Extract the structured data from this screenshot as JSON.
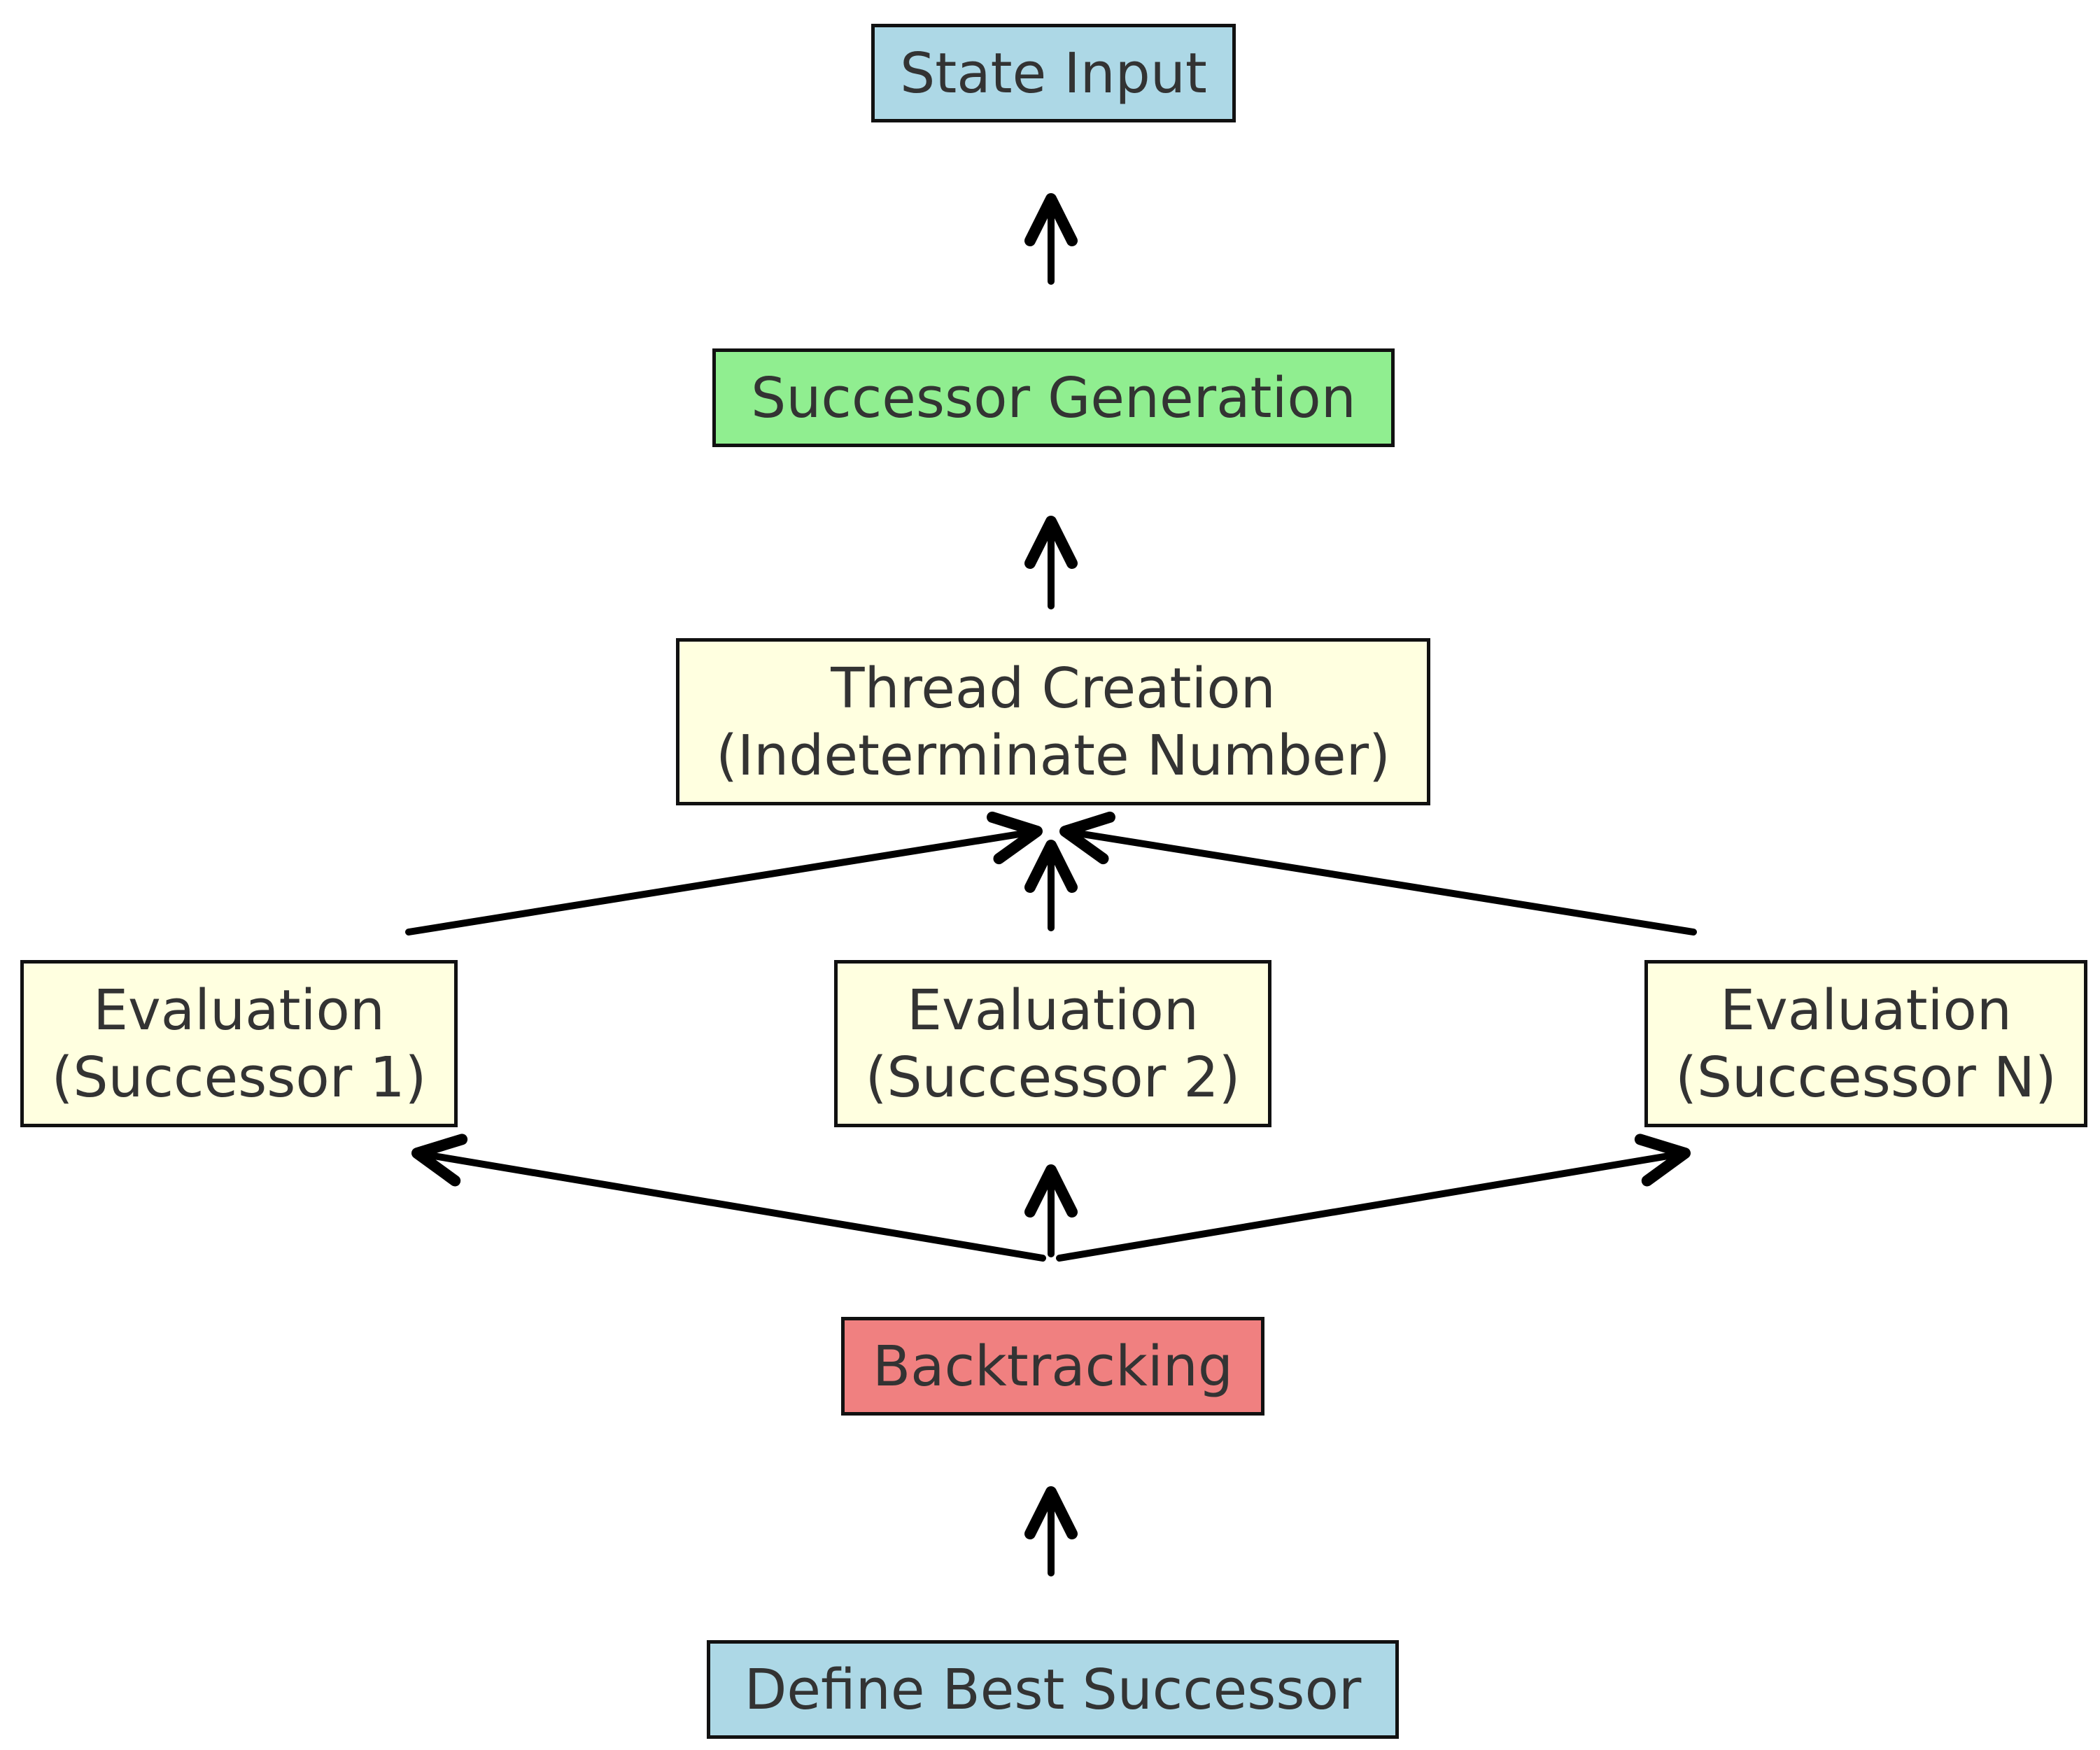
{
  "nodes": {
    "state_input": {
      "lines": [
        "State Input"
      ],
      "fill": "#add8e6"
    },
    "successor_generation": {
      "lines": [
        "Successor Generation"
      ],
      "fill": "#90ee90"
    },
    "thread_creation": {
      "lines": [
        "Thread Creation",
        "(Indeterminate Number)"
      ],
      "fill": "#ffffe0"
    },
    "evaluation_1": {
      "lines": [
        "Evaluation",
        "(Successor 1)"
      ],
      "fill": "#ffffe0"
    },
    "evaluation_2": {
      "lines": [
        "Evaluation",
        "(Successor 2)"
      ],
      "fill": "#ffffe0"
    },
    "evaluation_n": {
      "lines": [
        "Evaluation",
        "(Successor N)"
      ],
      "fill": "#ffffe0"
    },
    "backtracking": {
      "lines": [
        "Backtracking"
      ],
      "fill": "#f08080"
    },
    "define_best_successor": {
      "lines": [
        "Define Best Successor"
      ],
      "fill": "#add8e6"
    }
  },
  "edges": [
    {
      "from": "successor_generation",
      "to": "state_input"
    },
    {
      "from": "thread_creation",
      "to": "successor_generation"
    },
    {
      "from": "evaluation_1",
      "to": "thread_creation"
    },
    {
      "from": "evaluation_2",
      "to": "thread_creation"
    },
    {
      "from": "evaluation_n",
      "to": "thread_creation"
    },
    {
      "from": "backtracking",
      "to": "evaluation_1"
    },
    {
      "from": "backtracking",
      "to": "evaluation_2"
    },
    {
      "from": "backtracking",
      "to": "evaluation_n"
    },
    {
      "from": "define_best_successor",
      "to": "backtracking"
    }
  ],
  "colors": {
    "border": "#111111",
    "text": "#333333",
    "arrow": "#000000"
  }
}
